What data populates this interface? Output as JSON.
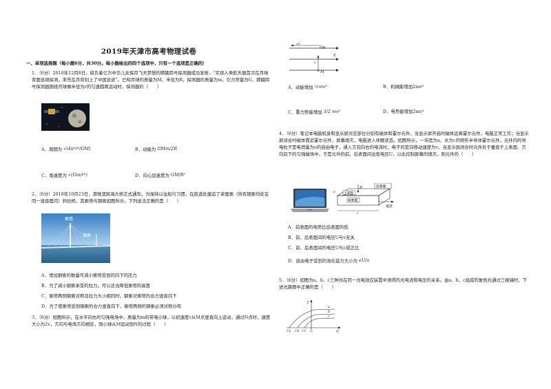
{
  "title": "2019年天津市高考物理试卷",
  "section1": "一、单项选择题（每小题6分，共30分。每小题给出的四个选项中，只有一个选项是正确的）",
  "q1": {
    "stem": "1．（6分）2018年12月8日，肩负着亿万中华儿女探月飞天梦想的嫦娥四号探测器成功发射，“实现人类航天器首次在月球背面巡视探测，率先在月背刻上了中国足迹”。已知月球的质量为M、半径为R，探测器的质量为m，引力常量为G，嫦娥四号探测器围绕月球做半径为r的匀速圆周运动时，探测器的（　　）",
    "A": "A．周期为",
    "A_formula": "√(4π²r³/GM)",
    "B": "B．动能为",
    "B_formula": "GMm/2R",
    "C": "C．角速度为",
    "C_formula": "√(Gm/r³)",
    "D": "D．向心加速度为",
    "D_formula": "GM/R²"
  },
  "q2": {
    "stem": "2．（6分）2018年10月23日，港珠澳跨海大桥正式通车。为保持以往船行习惯，在航道处建造了单面索（所有钢索均处在同一竖直面内）斜拉桥，其索塔与钢索如图所示。下列说法正确的是（　　）",
    "label1": "索塔",
    "label2": "钢索",
    "A": "A．增加钢索的数量可减小索塔受到的向下的压力",
    "B": "B．为了减小钢索承受的拉力，可以适当降低索塔的高度",
    "C": "C．索塔两侧钢索对称且拉力大小相同时，钢索对索塔的合力竖直向下",
    "D": "D．为了使索塔受到钢索的合力竖直向下，索塔两侧的钢索必须对称分布"
  },
  "q3": {
    "stem": "3．（6分）如图所示，在水平向右的匀强电场中，质量为m的带电小球，以初速度v从M点竖直向上运动，通过N点时，速度大小为2v，方向与电场方向相反，则小球从M运动到N的过程（　　）",
    "A": "A．动能增加",
    "A_formula": "½mv²",
    "B": "B．机械能增加2mv²",
    "C": "C．重力势能增加",
    "C_formula": "3/2 mv²",
    "D": "D．电势能增加2mv²",
    "fig_v2": "2v",
    "fig_N": "N",
    "fig_E": "E",
    "fig_v": "v",
    "fig_M": "M"
  },
  "q4": {
    "stem": "4．（6分）笔记本电脑机身和显示屏对应部位分别有磁体和霍尔元件。当显示屏开启时磁体远离霍尔元件，电脑正常工作；当显示屏闭合时磁体靠近霍尔元件，屏幕熄灭，电脑进入休眠状态。如图所示，一块宽为a、长为c的矩形半导体霍尔元件，元件内的导电粒子是电荷量为e的自由电子，通入方向向右的电流时，电子的定向移动速度为v。当显示屏闭合时元件处于垂直于上表面、方向向下的匀强磁场中，于是元件的前、后表面间出现电压U，以此控制屏幕的熄灭。则元件的（　　）",
    "fig_B": "B",
    "fig_top": "上表面",
    "fig_front": "前表面",
    "fig_back": "后表面",
    "fig_current": "电流",
    "fig_a": "a",
    "fig_c": "c",
    "A": "A．前表面的电势比后表面的低",
    "B": "B．前、后表面间的电压U与v无关",
    "C": "C．前、后表面间的电压U与c成正比",
    "D": "D．自由电子受到的洛伦兹力大小为",
    "D_formula": "eU/a"
  },
  "q5": {
    "stem": "5．（6分）如图为a、b、c三种光在同一光电效应装置中测得的光电流和电压的关系。由a、b、c组成的复色光通过三棱镜时，下述光路图中正确的是（　　）",
    "fig_I": "I",
    "fig_U": "U",
    "fig_a": "a",
    "fig_b": "b",
    "fig_c": "c",
    "fig_Ua": "Ua",
    "fig_Ub": "Ub",
    "fig_Uc": "Uc",
    "fig_O": "O"
  }
}
